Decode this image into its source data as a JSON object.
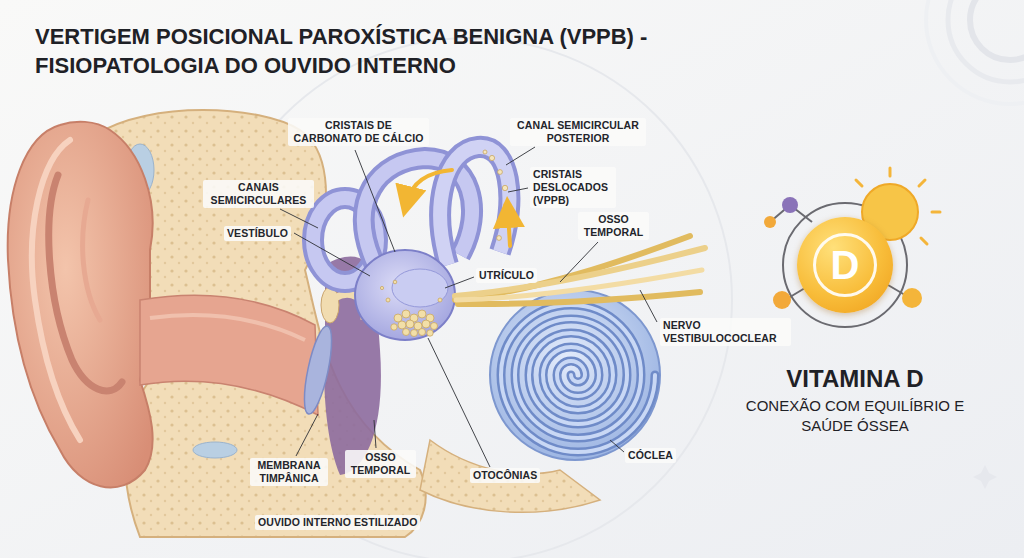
{
  "diagram": {
    "title": "VERTIGEM POSICIONAL PAROXÍSTICA BENIGNA (VPPB) - FISIOPATOLOGIA DO OUVIDO INTERNO",
    "nodes": [
      {
        "text": [
          "D"
        ]
      }
    ],
    "labels": [
      "CRISTAIS DE CARBONATO DE CÁLCIO",
      "CANAL SEMICIRCULAR POSTERIOR",
      "CANAIS SEMICIRCULARES",
      "CRISTAIS DESLOCADOS (VPPB)",
      "VESTÍBULO",
      "UTRÍCULO",
      "OSSO TEMPORAL",
      "NERVO VESTIBULOCOCLEAR",
      "MEMBRANA TIMPÂNICA",
      "OSSO TEMPORAL",
      "CÓCLEA",
      "OTOCÔNIAS",
      "OUVIDO INTERNO ESTILIZADO",
      "VITAMINA D",
      "CONEXÃO COM EQUILÍBRIO E SAÚDE ÓSSEA"
    ]
  }
}
